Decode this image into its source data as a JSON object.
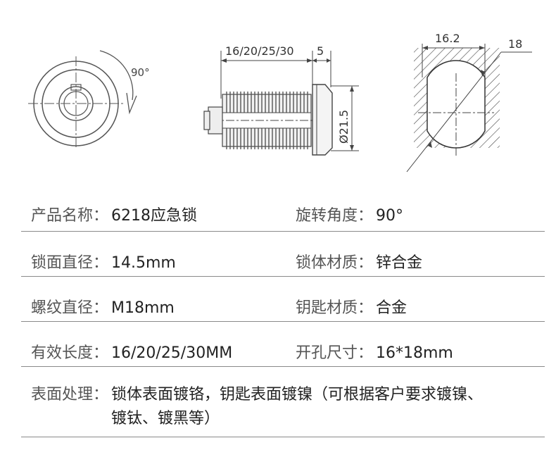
{
  "drawing": {
    "front_rotation": "90°",
    "side_length": "16/20/25/30",
    "side_flange": "5",
    "side_diameter": "Ø21.5",
    "cutout_width": "16.2",
    "cutout_height": "18"
  },
  "specs": [
    {
      "left_label": "产品名称：",
      "left_value": "6218应急锁",
      "right_label": "旋转角度：",
      "right_value": "90°"
    },
    {
      "left_label": "锁面直径：",
      "left_value": "14.5mm",
      "right_label": "锁体材质：",
      "right_value": "锌合金"
    },
    {
      "left_label": "螺纹直径：",
      "left_value": "M18mm",
      "right_label": "钥匙材质：",
      "right_value": "合金"
    },
    {
      "left_label": "有效长度：",
      "left_value": "16/20/25/30MM",
      "right_label": "开孔尺寸：",
      "right_value": "16*18mm"
    }
  ],
  "surface": {
    "label": "表面处理：",
    "value": "锁体表面镀铬，钥匙表面镀镍（可根据客户要求镀镍、镀钛、镀黑等）"
  }
}
